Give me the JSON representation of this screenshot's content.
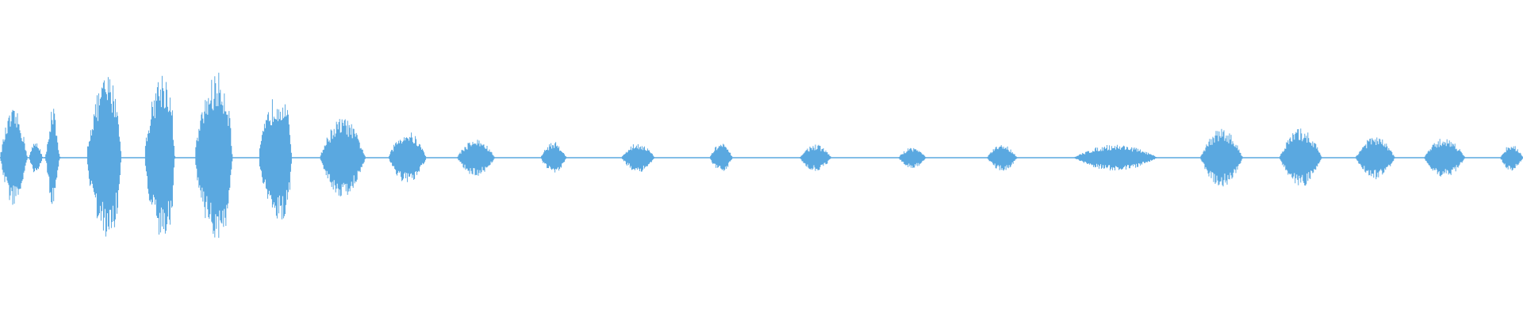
{
  "waveform": {
    "color": "#5aa8e0",
    "background": "#ffffff",
    "clips": [
      {
        "start": 0.0,
        "end": 0.018,
        "amplitude": 0.36,
        "shape": "dome"
      },
      {
        "start": 0.019,
        "end": 0.028,
        "amplitude": 0.12,
        "shape": "dome"
      },
      {
        "start": 0.029,
        "end": 0.04,
        "amplitude": 0.4,
        "shape": "spike"
      },
      {
        "start": 0.057,
        "end": 0.08,
        "amplitude": 0.78,
        "shape": "rise"
      },
      {
        "start": 0.095,
        "end": 0.115,
        "amplitude": 0.82,
        "shape": "rise"
      },
      {
        "start": 0.128,
        "end": 0.153,
        "amplitude": 0.8,
        "shape": "rise"
      },
      {
        "start": 0.17,
        "end": 0.192,
        "amplitude": 0.62,
        "shape": "rise"
      },
      {
        "start": 0.21,
        "end": 0.24,
        "amplitude": 0.3,
        "shape": "dome"
      },
      {
        "start": 0.255,
        "end": 0.28,
        "amplitude": 0.2,
        "shape": "dome"
      },
      {
        "start": 0.3,
        "end": 0.325,
        "amplitude": 0.14,
        "shape": "dome"
      },
      {
        "start": 0.355,
        "end": 0.372,
        "amplitude": 0.12,
        "shape": "dome"
      },
      {
        "start": 0.408,
        "end": 0.43,
        "amplitude": 0.11,
        "shape": "dome"
      },
      {
        "start": 0.466,
        "end": 0.481,
        "amplitude": 0.11,
        "shape": "dome"
      },
      {
        "start": 0.525,
        "end": 0.546,
        "amplitude": 0.1,
        "shape": "dome"
      },
      {
        "start": 0.59,
        "end": 0.608,
        "amplitude": 0.08,
        "shape": "dome"
      },
      {
        "start": 0.648,
        "end": 0.668,
        "amplitude": 0.1,
        "shape": "dome"
      },
      {
        "start": 0.705,
        "end": 0.76,
        "amplitude": 0.1,
        "shape": "dome"
      },
      {
        "start": 0.788,
        "end": 0.816,
        "amplitude": 0.22,
        "shape": "dome"
      },
      {
        "start": 0.84,
        "end": 0.868,
        "amplitude": 0.22,
        "shape": "dome"
      },
      {
        "start": 0.89,
        "end": 0.916,
        "amplitude": 0.16,
        "shape": "dome"
      },
      {
        "start": 0.935,
        "end": 0.962,
        "amplitude": 0.15,
        "shape": "dome"
      },
      {
        "start": 0.985,
        "end": 1.0,
        "amplitude": 0.1,
        "shape": "dome"
      }
    ]
  }
}
